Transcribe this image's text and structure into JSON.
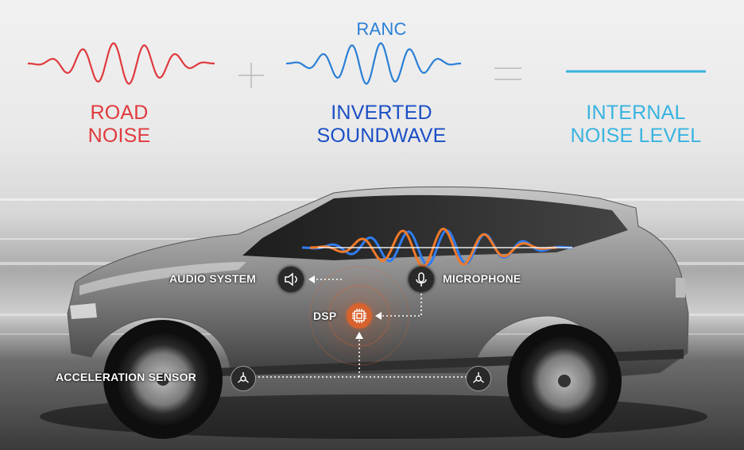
{
  "top_label": "RANC",
  "terms": {
    "road_noise": [
      "ROAD",
      "NOISE"
    ],
    "inverted": [
      "INVERTED",
      "SOUNDWAVE"
    ],
    "internal": [
      "INTERNAL",
      "NOISE LEVEL"
    ]
  },
  "operators": {
    "plus": "+",
    "equals": "="
  },
  "components": {
    "audio_system": "AUDIO SYSTEM",
    "microphone": "MICROPHONE",
    "dsp": "DSP",
    "acceleration_sensor": "ACCELERATION SENSOR"
  },
  "icons": {
    "audio_system": "speaker-icon",
    "microphone": "microphone-icon",
    "dsp": "chip-icon",
    "acceleration_sensor": "sensor-icon"
  },
  "colors": {
    "road_noise": "#e03a3e",
    "inverted": "#1a4fc4",
    "ranc": "#2a7fd6",
    "internal": "#38b3e0",
    "dsp_accent": "#d8622e",
    "cabin_orange": "#f07a2a",
    "cabin_blue": "#2f7cf0"
  }
}
